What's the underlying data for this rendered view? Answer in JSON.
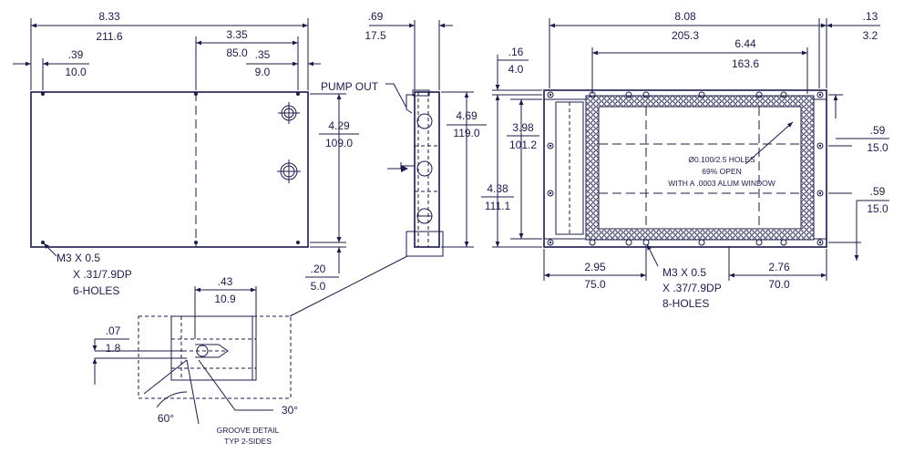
{
  "left_view": {
    "dim_width": {
      "in": "8.33",
      "mm": "211.6"
    },
    "dim_edge_offset": {
      "in": ".39",
      "mm": "10.0"
    },
    "dim_hole_span": {
      "in": "3.35",
      "mm": "85.0"
    },
    "dim_port_offset": {
      "in": ".35",
      "mm": "9.0"
    },
    "dim_height_holes": {
      "in": "4.29",
      "mm": "109.0"
    },
    "dim_bottom_offset": {
      "in": ".20",
      "mm": "5.0"
    },
    "note_holes": [
      "M3 X 0.5",
      "X .31/7.9DP",
      "6-HOLES"
    ]
  },
  "side_view": {
    "dim_depth": {
      "in": ".69",
      "mm": "17.5"
    },
    "dim_height": {
      "in": "4.69",
      "mm": "119.0"
    },
    "label_pump": "PUMP OUT"
  },
  "right_view": {
    "dim_width": {
      "in": "8.08",
      "mm": "205.3"
    },
    "dim_edge": {
      "in": ".13",
      "mm": "3.2"
    },
    "dim_window_width": {
      "in": "6.44",
      "mm": "163.6"
    },
    "dim_top_offset": {
      "in": ".16",
      "mm": "4.0"
    },
    "dim_window_height": {
      "in": "3.98",
      "mm": "101.2"
    },
    "dim_overall_height": {
      "in": "4.38",
      "mm": "111.1"
    },
    "dim_hole_right_top": {
      "in": ".59",
      "mm": "15.0"
    },
    "dim_hole_right_bottom": {
      "in": ".59",
      "mm": "15.0"
    },
    "dim_hole_left": {
      "in": "2.95",
      "mm": "75.0"
    },
    "dim_hole_right": {
      "in": "2.76",
      "mm": "70.0"
    },
    "note_window": [
      "Ø0.100/2.5 HOLES",
      "69% OPEN",
      "WITH A .0003 ALUM WINDOW"
    ],
    "note_holes": [
      "M3 X 0.5",
      "X .37/7.9DP",
      "8-HOLES"
    ]
  },
  "detail": {
    "dim_groove_width": {
      "in": ".43",
      "mm": "10.9"
    },
    "dim_groove_depth": {
      "in": ".07",
      "mm": "1.8"
    },
    "angle_left": "60°",
    "angle_right": "30°",
    "title": [
      "GROOVE DETAIL",
      "TYP 2-SIDES"
    ]
  },
  "colors": {
    "ink": "#1b1b4a",
    "background": "#ffffff"
  }
}
